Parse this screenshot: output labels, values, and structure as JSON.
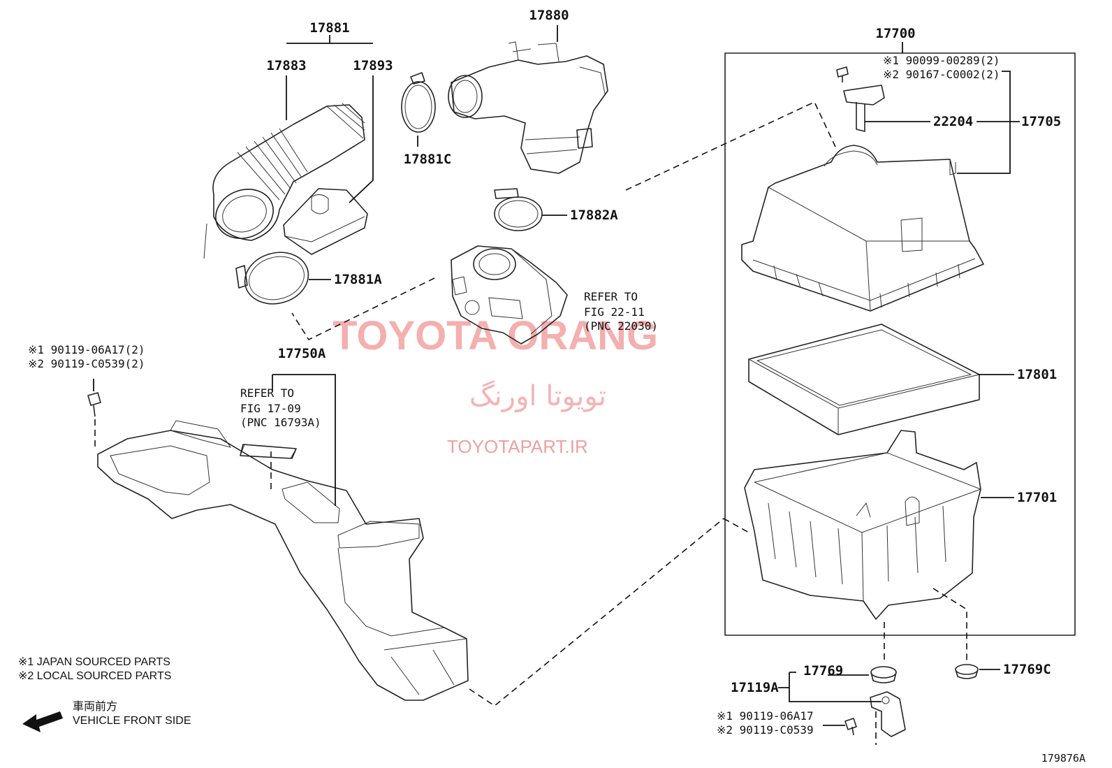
{
  "labels": {
    "p17881": "17881",
    "p17883": "17883",
    "p17893": "17893",
    "p17880": "17880",
    "p17881C": "17881C",
    "p17882A": "17882A",
    "p17881A": "17881A",
    "p17700": "17700",
    "p22204": "22204",
    "p17705": "17705",
    "p17801": "17801",
    "p17701": "17701",
    "p17750A": "17750A",
    "p17769": "17769",
    "p17769C": "17769C",
    "p17119A": "17119A",
    "fig_number": "179876A"
  },
  "bolt_notes": {
    "top_right_1": "※1 90099-00289(2)",
    "top_right_2": "※2 90167-C0002(2)",
    "left_1": "※1 90119-06A17(2)",
    "left_2": "※2 90119-C0539(2)",
    "bottom_1": "※1 90119-06A17",
    "bottom_2": "※2 90119-C0539"
  },
  "refer_throttle": {
    "line1": "REFER TO",
    "line2": "FIG 22-11",
    "line3": "(PNC 22030)"
  },
  "refer_duct": {
    "line1": "REFER TO",
    "line2": "FIG 17-09",
    "line3": "(PNC 16793A)"
  },
  "legend": {
    "japan": "※1  JAPAN SOURCED PARTS",
    "local": "※2  LOCAL SOURCED PARTS",
    "front_jp": "車両前方",
    "front_en": "VEHICLE FRONT SIDE"
  },
  "watermark": {
    "brand": "TOYOTA ORANG",
    "persian": "تویوتا اورنگ",
    "url": "TOYOTAPART.IR"
  }
}
